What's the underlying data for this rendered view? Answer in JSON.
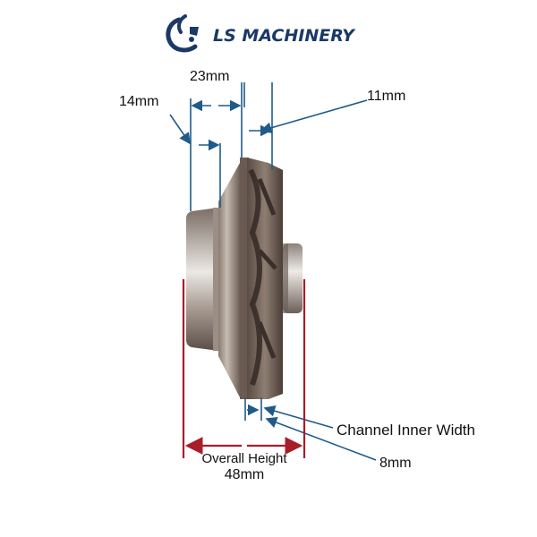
{
  "brand": {
    "name": "LS MACHINERY",
    "logo_icon": "gear-swoosh-icon",
    "color": "#1a3966"
  },
  "dimensions": {
    "top_width": "23mm",
    "hub_width": "14mm",
    "shroud_width": "11mm",
    "channel_label": "Channel Inner Width",
    "channel_value": "8mm",
    "overall_label": "Overall Height",
    "overall_value": "48mm"
  },
  "colors": {
    "dimension_blue": "#1f5b8a",
    "dimension_red": "#a81d2a",
    "metal_light": "#d9d3cd",
    "metal_dark": "#4a3f3a"
  }
}
